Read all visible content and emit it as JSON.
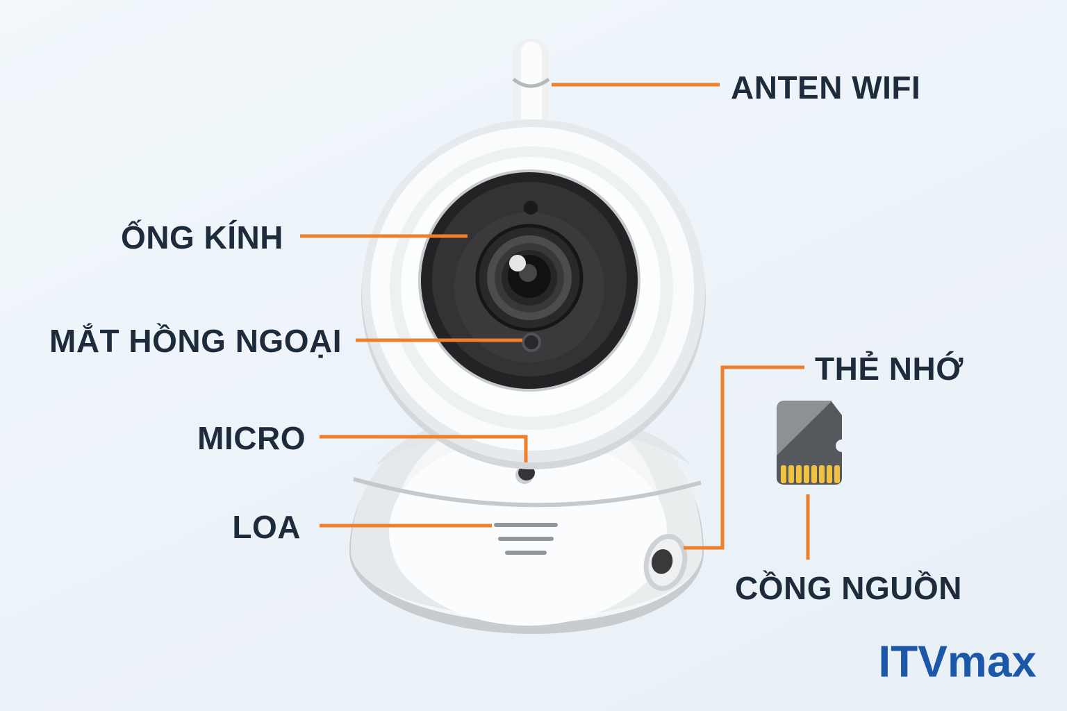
{
  "diagram": {
    "subject": "wifi-ip-camera-parts-diagram",
    "labels": {
      "anten_wifi": "ANTEN WIFI",
      "ong_kinh": "ỐNG KÍNH",
      "mat_hong_ngoai": "MẮT HỒNG NGOẠI",
      "micro": "MICRO",
      "loa": "LOA",
      "the_nho": "THẺ NHỚ",
      "cong_nguon": "CỒNG NGUỒN"
    }
  },
  "brand": {
    "name": "ITVmax"
  },
  "icons": {
    "camera": "wifi-camera-illustration",
    "memory_card": "microsd-card-icon"
  },
  "colors": {
    "background_top": "#f1f7fb",
    "background_bottom": "#e8eff6",
    "accent_orange": "#ee7f2d",
    "label_text": "#1e2b3b",
    "brand_blue": "#1c58a7",
    "camera_white": "#f5f6f7",
    "camera_rim_gray": "#c8ccce",
    "camera_face_dark": "#232325",
    "sd_card_light": "#8d9196",
    "sd_card_dark": "#55595e",
    "sd_pins_gold": "#f0c23f"
  }
}
